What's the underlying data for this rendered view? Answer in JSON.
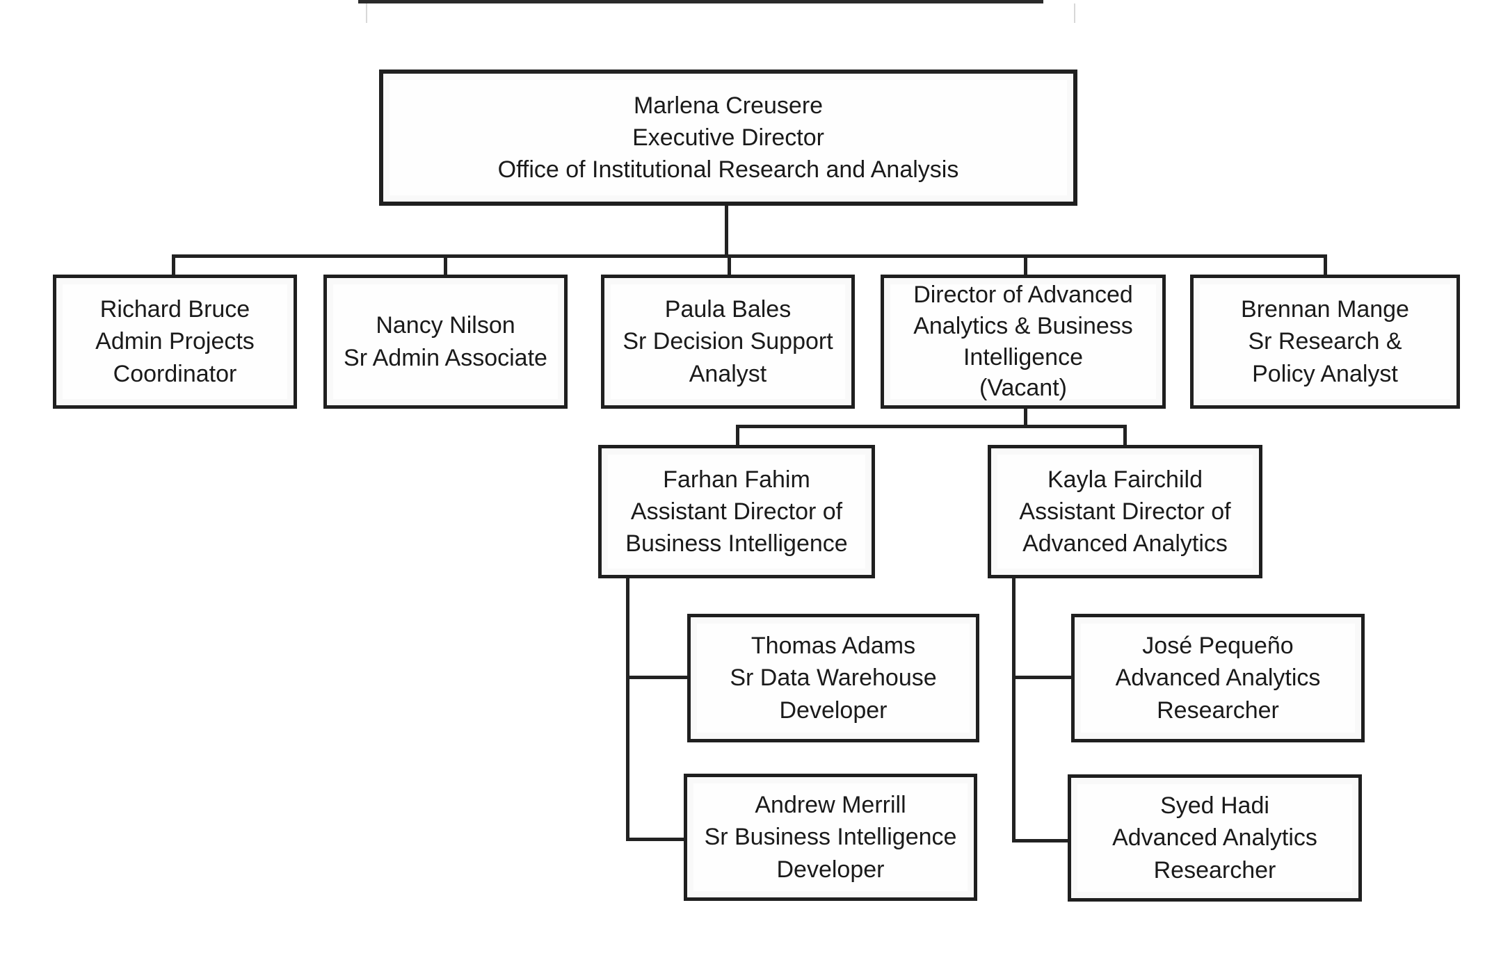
{
  "diagram": {
    "type": "org-chart",
    "background": "#ffffff",
    "line_color": "#222222",
    "box_border_color": "#1f1f1f",
    "text_color": "#1a1a1a"
  },
  "nodes": {
    "exec": {
      "lines": [
        "Marlena Creusere",
        "Executive Director",
        "Office of Institutional Research and Analysis"
      ],
      "reports_to": null
    },
    "richard": {
      "lines": [
        "Richard Bruce",
        "Admin Projects",
        "Coordinator"
      ],
      "reports_to": "exec"
    },
    "nancy": {
      "lines": [
        "Nancy Nilson",
        "Sr Admin Associate"
      ],
      "reports_to": "exec"
    },
    "paula": {
      "lines": [
        "Paula Bales",
        "Sr Decision Support",
        "Analyst"
      ],
      "reports_to": "exec"
    },
    "director_vacant": {
      "lines": [
        "Director of Advanced",
        "Analytics & Business",
        "Intelligence",
        "(Vacant)"
      ],
      "reports_to": "exec"
    },
    "brennan": {
      "lines": [
        "Brennan Mange",
        "Sr Research &",
        "Policy Analyst"
      ],
      "reports_to": "exec"
    },
    "farhan": {
      "lines": [
        "Farhan Fahim",
        "Assistant Director of",
        "Business Intelligence"
      ],
      "reports_to": "director_vacant"
    },
    "kayla": {
      "lines": [
        "Kayla Fairchild",
        "Assistant Director of",
        "Advanced Analytics"
      ],
      "reports_to": "director_vacant"
    },
    "thomas": {
      "lines": [
        "Thomas Adams",
        "Sr Data Warehouse",
        "Developer"
      ],
      "reports_to": "farhan"
    },
    "andrew": {
      "lines": [
        "Andrew Merrill",
        "Sr Business Intelligence",
        "Developer"
      ],
      "reports_to": "farhan"
    },
    "jose": {
      "lines": [
        "José Pequeño",
        "Advanced Analytics",
        "Researcher"
      ],
      "reports_to": "kayla"
    },
    "syed": {
      "lines": [
        "Syed Hadi",
        "Advanced Analytics",
        "Researcher"
      ],
      "reports_to": "kayla"
    }
  }
}
